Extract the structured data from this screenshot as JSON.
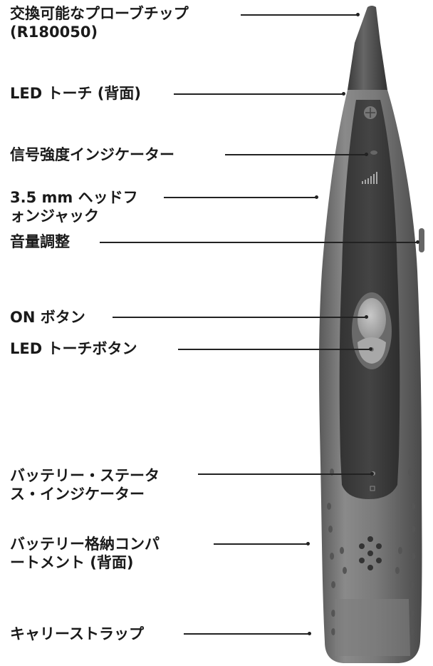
{
  "callouts": [
    {
      "id": "probe-tip",
      "text": "交換可能なプローブチップ\n(R180050)"
    },
    {
      "id": "led-torch",
      "text": "LED トーチ (背面)"
    },
    {
      "id": "signal-indicator",
      "text": "信号強度インジケーター"
    },
    {
      "id": "headphone-jack",
      "text": "3.5 mm ヘッドフ\nォンジャック"
    },
    {
      "id": "volume",
      "text": "音量調整"
    },
    {
      "id": "on-button",
      "text": "ON ボタン"
    },
    {
      "id": "led-torch-button",
      "text": "LED トーチボタン"
    },
    {
      "id": "battery-status",
      "text": "バッテリー・ステータ\nス・インジケーター"
    },
    {
      "id": "battery-compartment",
      "text": "バッテリー格納コンパ\nートメント (背面)"
    },
    {
      "id": "carry-strap",
      "text": "キャリーストラップ"
    }
  ],
  "colors": {
    "body_outer": "#6e6e6e",
    "body_inner": "#3c3c3c",
    "tip": "#4a4a4a",
    "button": "#9a9a9a",
    "text": "#1a1a1a"
  }
}
